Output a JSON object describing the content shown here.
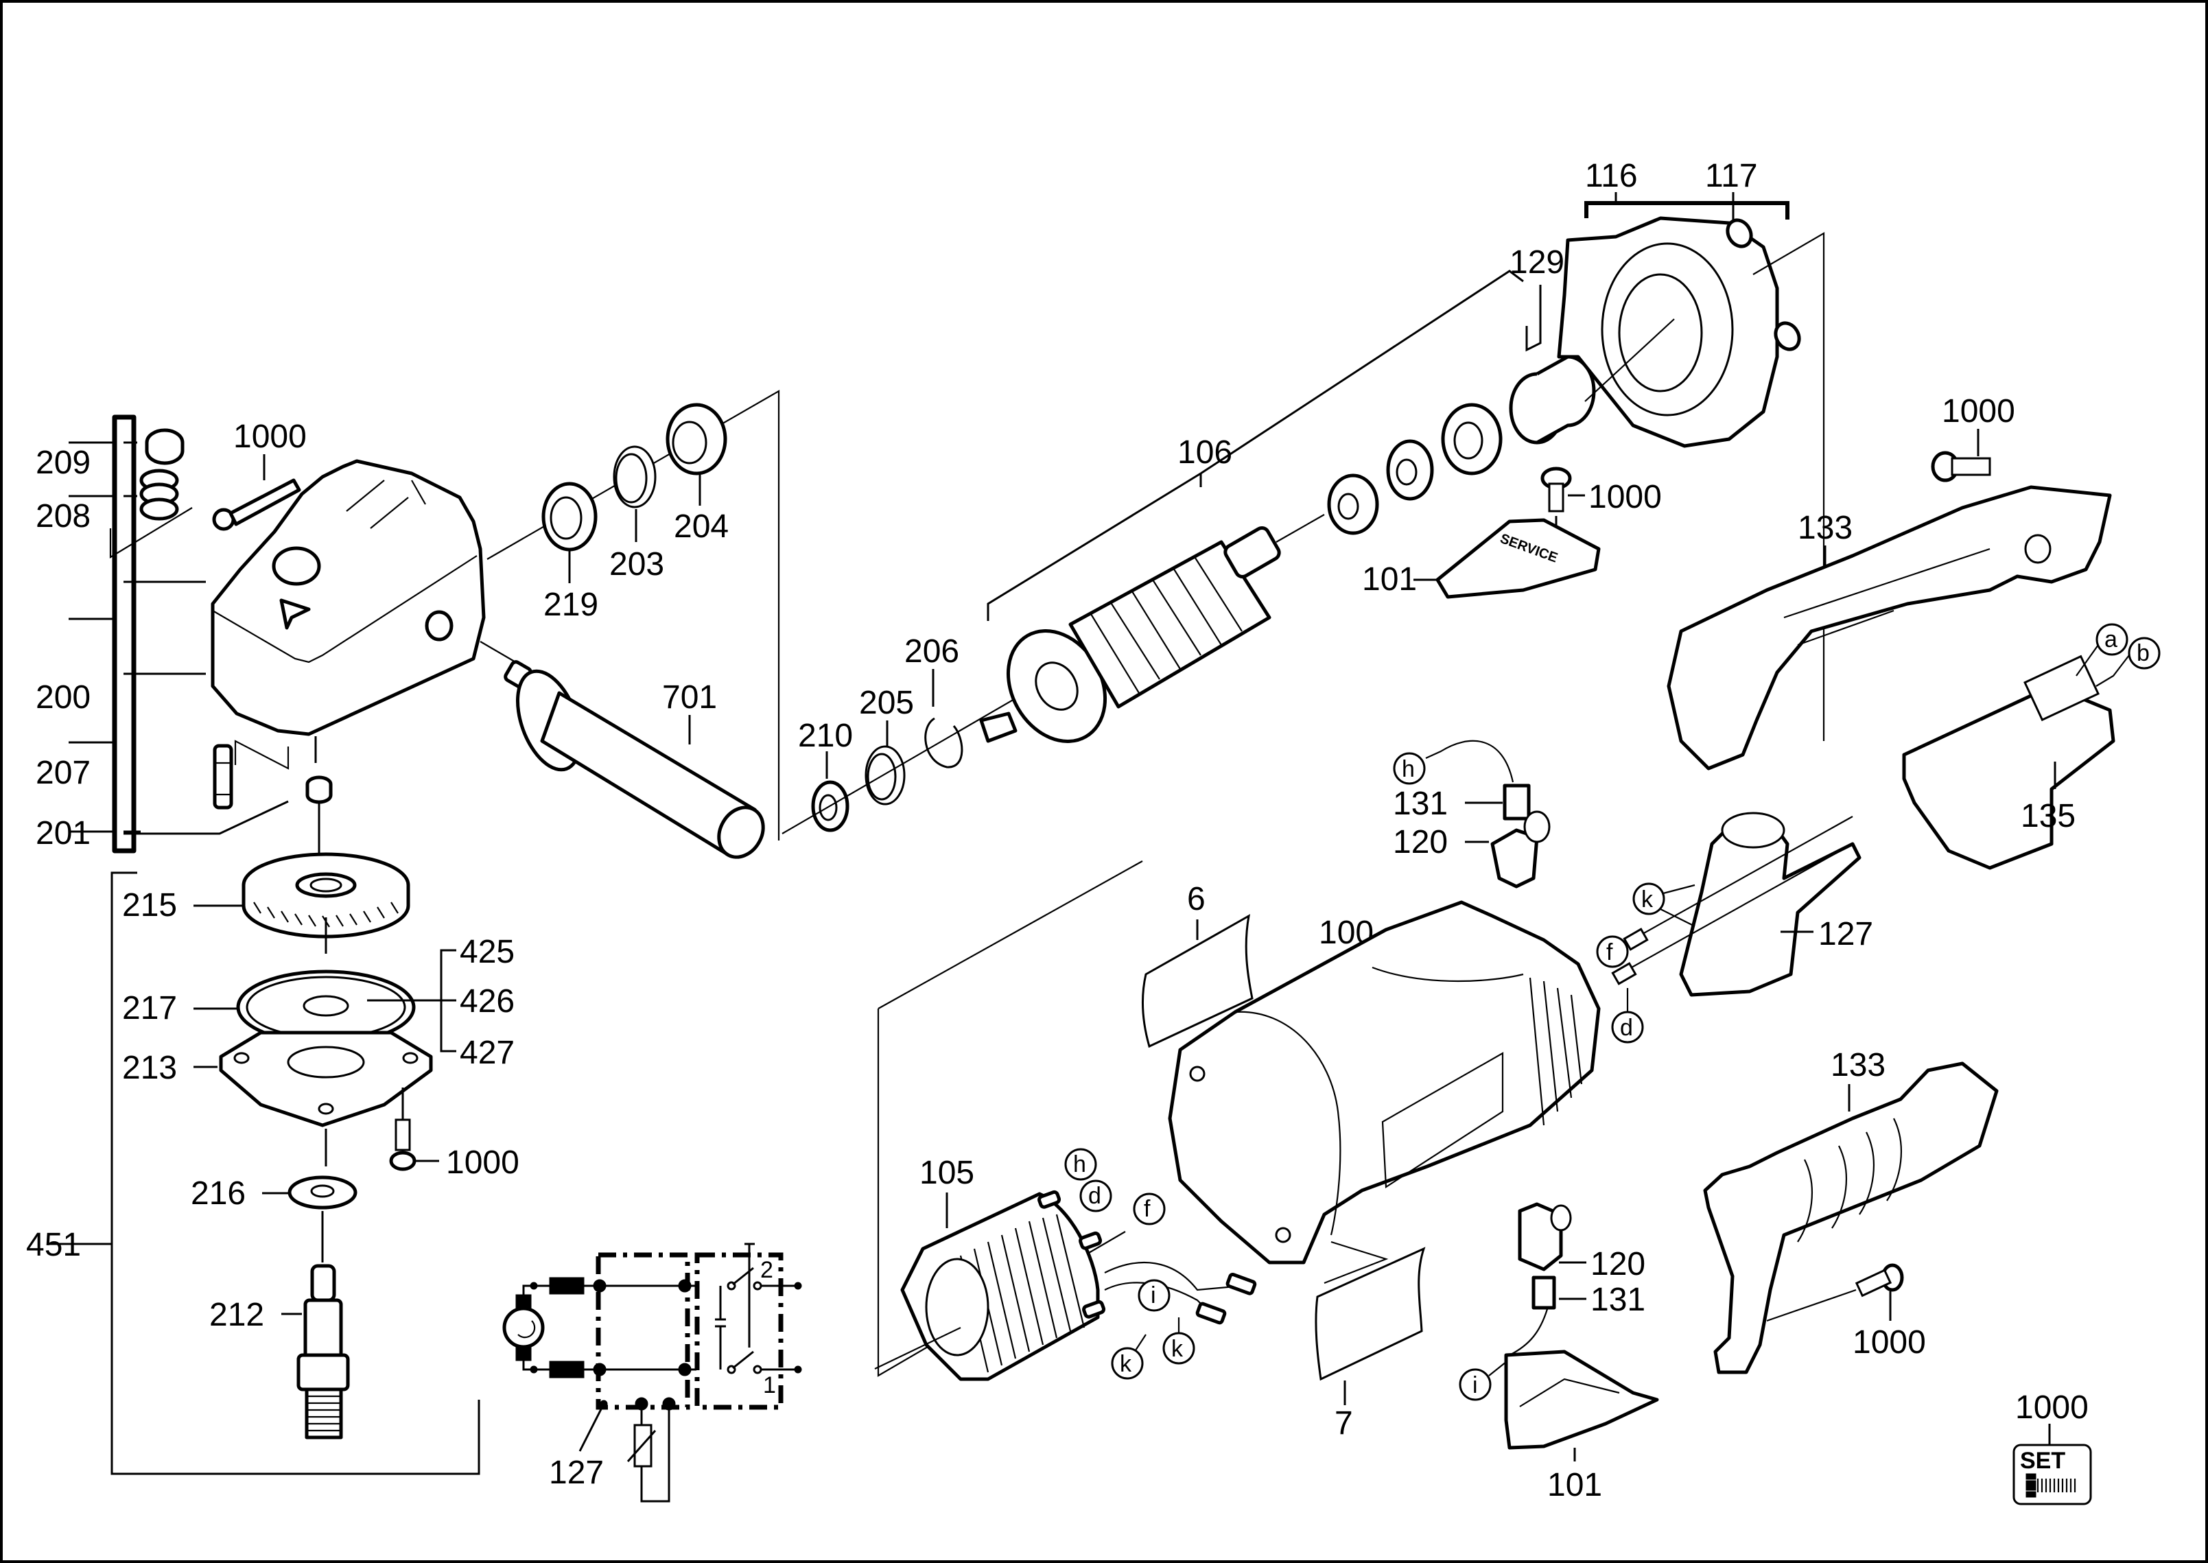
{
  "diagram": {
    "title": "Angle grinder exploded parts view",
    "part_labels": {
      "p209": "209",
      "p208": "208",
      "p200": "200",
      "p207": "207",
      "p201": "201",
      "p1000_cover": "1000",
      "p219": "219",
      "p203": "203",
      "p204": "204",
      "p701": "701",
      "p210": "210",
      "p205": "205",
      "p206": "206",
      "p106": "106",
      "p129": "129",
      "p116": "116",
      "p117": "117",
      "p1000_brush_cap": "1000",
      "p101_top": "101",
      "p1000_handle_top": "1000",
      "p133_top": "133",
      "p135": "135",
      "p131_top": "131",
      "p120_top": "120",
      "p127_switch": "127",
      "p215": "215",
      "p217": "217",
      "p213": "213",
      "p425": "425",
      "p426": "426",
      "p427": "427",
      "p216": "216",
      "p1000_flange": "1000",
      "p212": "212",
      "p451": "451",
      "p6": "6",
      "p100": "100",
      "p105": "105",
      "p7": "7",
      "p127_schematic": "127",
      "p120_bottom": "120",
      "p131_bottom": "131",
      "p101_bottom": "101",
      "p133_bottom": "133",
      "p1000_handle_bottom": "1000",
      "p1000_set": "1000"
    },
    "wire_tags": {
      "a": "a",
      "b": "b",
      "h_top": "h",
      "k_switch": "k",
      "f_switch": "f",
      "d_switch": "d",
      "h_stator": "h",
      "d_stator": "d",
      "f_stator": "f",
      "i_stator": "i",
      "k_stator_1": "k",
      "k_stator_2": "k",
      "i_bottom": "i"
    },
    "schematic": {
      "switch_pos_upper": "2",
      "switch_pos_lower": "1"
    },
    "set_badge": {
      "text": "SET",
      "icon": "screw-set-icon"
    },
    "service_cap_text": "SERVICE"
  }
}
